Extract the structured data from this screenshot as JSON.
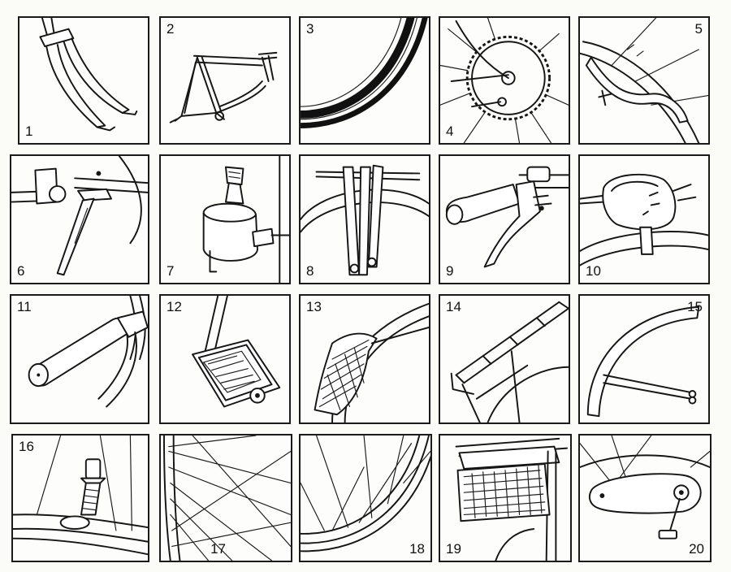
{
  "panels": [
    {
      "number": "1",
      "icon": "bicycle-fork-icon"
    },
    {
      "number": "2",
      "icon": "bicycle-frame-icon"
    },
    {
      "number": "3",
      "icon": "tyre-icon"
    },
    {
      "number": "4",
      "icon": "hub-brake-icon"
    },
    {
      "number": "5",
      "icon": "caliper-brake-icon"
    },
    {
      "number": "6",
      "icon": "kickstand-icon"
    },
    {
      "number": "7",
      "icon": "dynamo-icon"
    },
    {
      "number": "8",
      "icon": "front-fork-carrier-icon"
    },
    {
      "number": "9",
      "icon": "brake-lever-icon"
    },
    {
      "number": "10",
      "icon": "bell-icon"
    },
    {
      "number": "11",
      "icon": "handlebar-grip-icon"
    },
    {
      "number": "12",
      "icon": "pedal-icon"
    },
    {
      "number": "13",
      "icon": "mudflap-icon"
    },
    {
      "number": "14",
      "icon": "rear-rack-icon"
    },
    {
      "number": "15",
      "icon": "mudguard-icon"
    },
    {
      "number": "16",
      "icon": "tyre-valve-icon"
    },
    {
      "number": "17",
      "icon": "spokes-icon"
    },
    {
      "number": "18",
      "icon": "rim-icon"
    },
    {
      "number": "19",
      "icon": "rear-reflector-icon"
    },
    {
      "number": "20",
      "icon": "chain-guard-icon"
    }
  ]
}
